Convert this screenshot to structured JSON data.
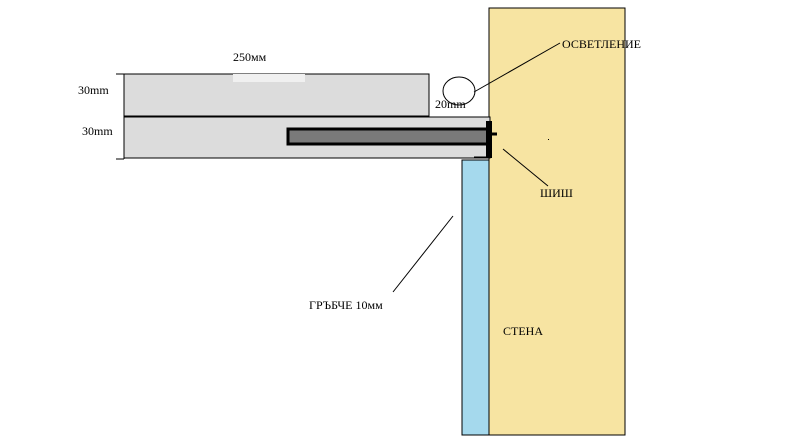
{
  "labels": {
    "width_top": "250мм",
    "thickness_upper": "30mm",
    "thickness_lower": "30mm",
    "gap": "20mm",
    "lighting": "ОСВЕТЛЕНИЕ",
    "pin": "ШИШ",
    "back_panel": "ГРЪБЧЕ 10мм",
    "wall": "СТЕНА"
  },
  "colors": {
    "wall": "#f7e4a2",
    "back_panel": "#a5d9ed",
    "shelf": "#dcdcdc",
    "bar": "#7a7a7a",
    "line": "#000000"
  }
}
